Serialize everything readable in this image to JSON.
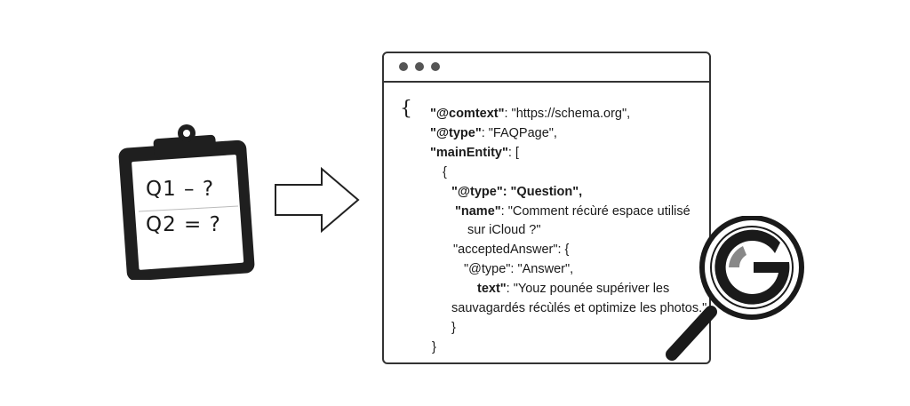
{
  "clipboard": {
    "lines": [
      "Q1 – ?",
      "Q2 = ?"
    ]
  },
  "browser": {
    "window_dots": 3,
    "code": {
      "open_brace": "{",
      "l1_key": "\"@comtext\"",
      "l1_val": ": \"https://schema.org\",",
      "l2_key": "\"@type\"",
      "l2_val": ": \"FAQPage\",",
      "l3_key": "\"mainEntity\"",
      "l3_val": ": [",
      "l4": "{",
      "l5_key": "\"@type\"",
      "l5_val": ": \"Question\",",
      "l6_key": "\"name\"",
      "l6_val": ": \"Comment récùré espace utilisé",
      "l7": "sur iCloud ?\"",
      "l8_key": "\"acceptedAnswer\"",
      "l8_val": ": {",
      "l9_key": "\"@type\"",
      "l9_val": ": \"Answer\",",
      "l10_key": "text\"",
      "l10_val": ": \"Youz pounée supériver les",
      "l11": "sauvagardés récùlés et optimize les photos.\"",
      "l12": "}",
      "l13": "}"
    }
  },
  "icons": [
    "clipboard-icon",
    "right-arrow-icon",
    "google-magnifier-icon"
  ]
}
